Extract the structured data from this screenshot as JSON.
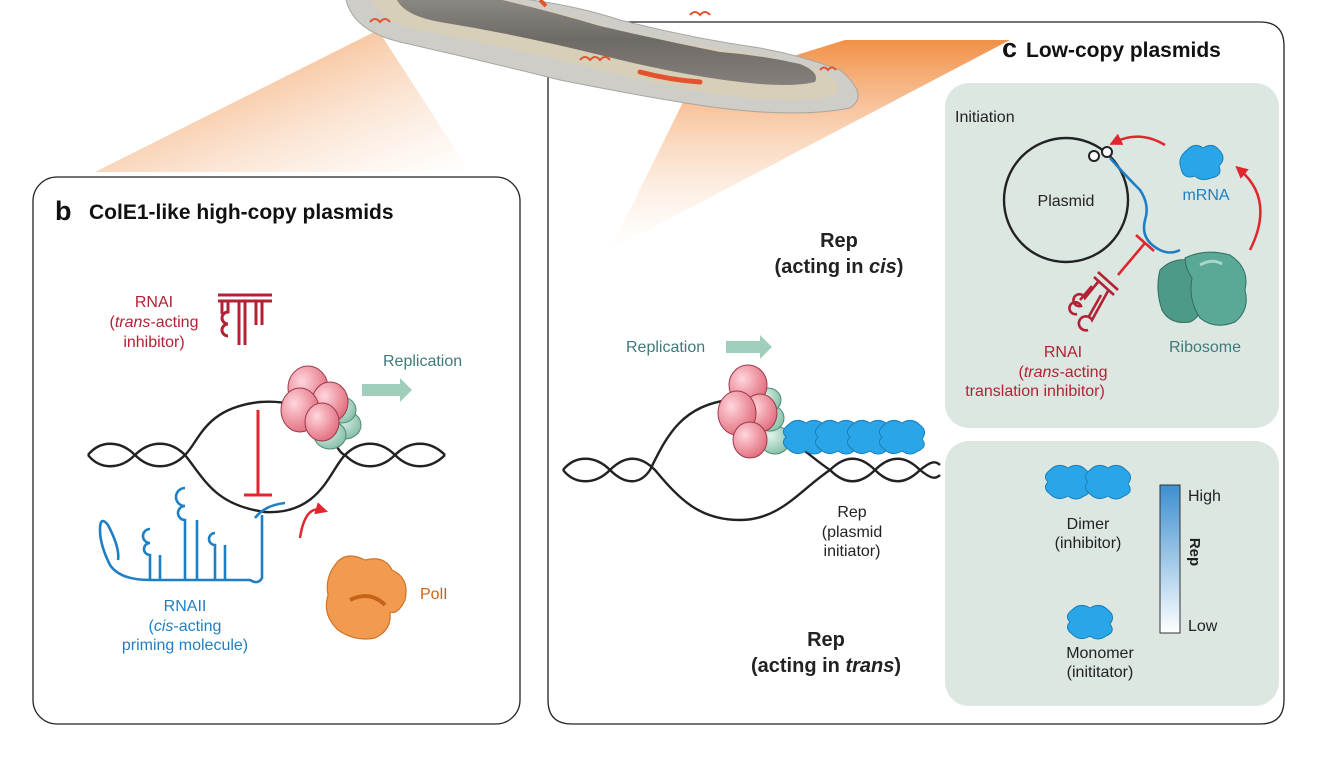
{
  "panel_b": {
    "letter": "b",
    "title": "ColE1-like high-copy plasmids",
    "rnai": [
      "RNAI",
      "(",
      "trans",
      "-acting",
      "inhibitor)"
    ],
    "replication": "Replication",
    "rnaii": [
      "RNAII",
      "(",
      "cis",
      "-acting",
      "priming molecule)"
    ],
    "poli": "PolI"
  },
  "panel_c": {
    "letter": "c",
    "title": "Low-copy plasmids",
    "rep_cis": [
      "Rep",
      "(acting in ",
      "cis",
      ")"
    ],
    "rep_trans": [
      "Rep",
      "(acting in ",
      "trans",
      ")"
    ],
    "replication": "Replication",
    "rep_initiator": [
      "Rep",
      "(plasmid",
      "initiator)"
    ],
    "initiation": {
      "title": "Initiation",
      "plasmid": "Plasmid",
      "mrna": "mRNA",
      "ribosome": "Ribosome",
      "rnai": [
        "RNAI",
        "(",
        "trans",
        "-acting",
        "translation inhibitor)"
      ]
    },
    "levels": {
      "dimer": [
        "Dimer",
        "(inhibitor)"
      ],
      "monomer": [
        "Monomer",
        "(inititator)"
      ],
      "high": "High",
      "low": "Low",
      "axis": "Rep"
    }
  },
  "colors": {
    "red": "#b22234",
    "blue": "#1f7fc4",
    "teal": "#3f7a7a",
    "orange": "#e8873a",
    "rep_protein": "#2aa6e8",
    "panel_bg": "#dce7e2"
  }
}
